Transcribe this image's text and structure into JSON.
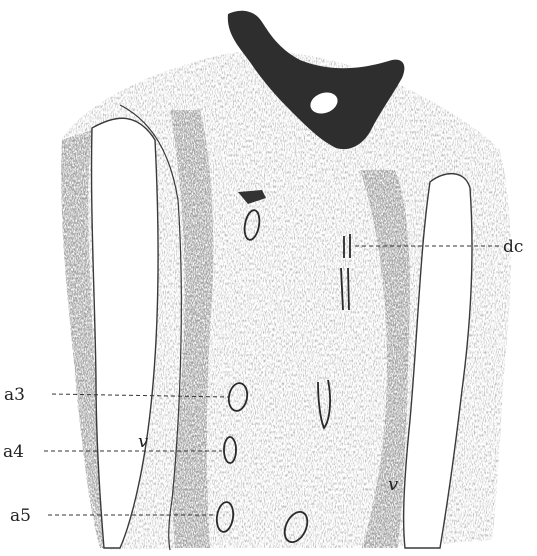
{
  "figure": {
    "labels": {
      "dc": "dc",
      "a3": "a3",
      "a4": "a4",
      "a5": "a5",
      "v_left": "v",
      "v_right": "v"
    },
    "colors": {
      "background": "#ffffff",
      "tissue_stipple": "#8c8c8c",
      "dark_cartilage": "#2e2e2e",
      "outline": "#3a3a3a"
    }
  }
}
